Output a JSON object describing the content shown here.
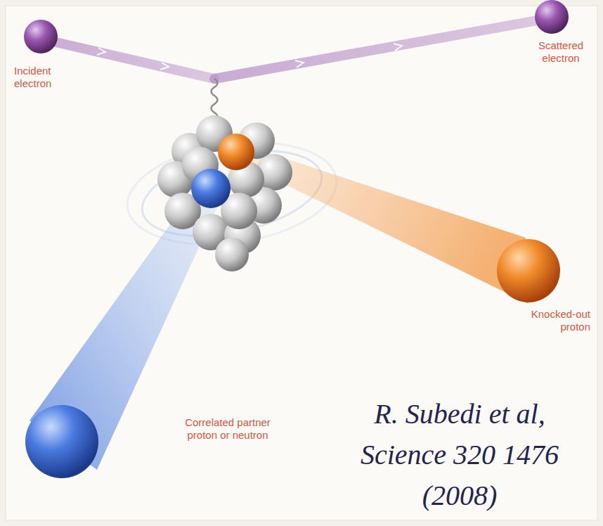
{
  "diagram": {
    "labels": [
      "Incident electron",
      "Scattered electron",
      "Knocked-out proton",
      "Correlated partner proton or neutron",
      "R. Subedi et al, Science 320 1476 (2008)"
    ]
  }
}
